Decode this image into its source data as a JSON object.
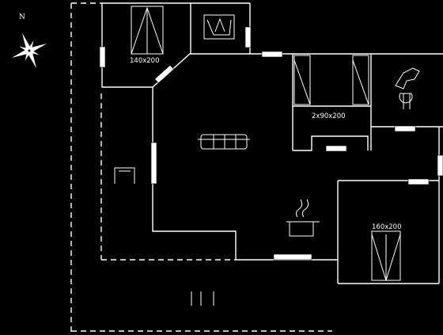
{
  "compass": {
    "label": "N"
  },
  "rooms": {
    "bedroom_1": {
      "bed_label": "140x200"
    },
    "bedroom_2": {
      "bed_label": "2x90x200"
    },
    "bedroom_3": {
      "bed_label": "160x200"
    }
  },
  "icons": {
    "compass": "compass-rose-icon",
    "bath": "bathtub-icon",
    "toilet": "toilet-icon",
    "sofa": "sofa-icon",
    "stove": "cooking-pot-icon",
    "chair": "chair-icon"
  },
  "colors": {
    "background": "#000000",
    "lines": "#ffffff"
  }
}
